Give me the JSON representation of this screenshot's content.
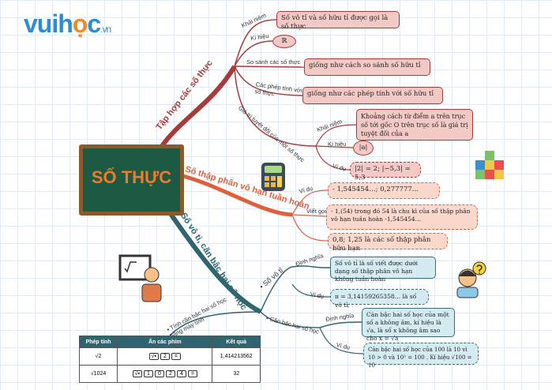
{
  "logo": {
    "main": "vuih",
    "accent": "ọ",
    "end": "c",
    "suffix": ".vn"
  },
  "center": {
    "title": "SỐ THỰC"
  },
  "colors": {
    "red": "#a83a3a",
    "orange": "#e0603e",
    "teal": "#2f6470",
    "board": "#1d5a43"
  },
  "branch1": {
    "label": "Tập hợp các số thực",
    "concept_label": "Khái niệm",
    "concept": "Số vô tỉ và số hữu tỉ được gọi là số thực",
    "symbol_label": "Kí hiệu",
    "symbol": "ℝ",
    "compare_label": "So sánh các số thực",
    "compare": "giống như cách so sánh số hữu tỉ",
    "ops_label": "Các phép tính với số thực",
    "ops": "giống như các phép tính với số hữu tỉ",
    "abs_label": "Giá trị tuyệt đối của một số thực",
    "abs_concept_label": "Khái niệm",
    "abs_concept": "Khoảng cách từ điểm a trên trục số tới gốc O trên trục số là giá trị tuyệt đối của a",
    "abs_symbol_label": "Kí hiệu",
    "abs_symbol": "|a|",
    "abs_example_label": "Ví dụ",
    "abs_example": "|2| = 2;  |−5,3| = 5,3"
  },
  "branch2": {
    "label": "Số thập phân vô hạn tuần hoàn",
    "example_label": "Ví dụ",
    "example": "- 1,545454…; 0,277777…",
    "short_label": "Viết gọn",
    "short": "- 1,(54) trong đó 54 là chu kì của số thập phân vô hạn tuần hoàn -1,545454…",
    "finite": "0,8;  1,25 là các số thập phân hữu hạn"
  },
  "branch3": {
    "label": "Số vô tỉ, căn bậc hai số học",
    "irr_label": "• Số vô tỉ",
    "irr_def_label": "Định nghĩa",
    "irr_def": "Số vô tỉ là số viết được dưới dạng số thập phân vô hạn không tuần hoàn",
    "irr_ex_label": "Ví dụ",
    "irr_ex": "π = 3,14159265358… là số vô tỉ.",
    "sqrt_label": "• Căn bậc hai số học",
    "sqrt_def_label": "Định nghĩa",
    "sqrt_def": "Căn bậc hai số học của một số a không âm, kí hiệu là √a, là số x không âm sao cho x = √a",
    "sqrt_ex_label": "Ví dụ",
    "sqrt_ex": "Căn bậc hai số học của 100 là 10 vì 10 > 0 và 10² = 100 . Kí hiệu √100 = 10",
    "calc_label": "• Tính căn bậc hai số học bằng máy tính"
  },
  "table": {
    "headers": [
      "Phép tính",
      "Ấn các phím",
      "Kết quả"
    ],
    "rows": [
      {
        "op": "√2",
        "keys": [
          "√▪",
          "2",
          "="
        ],
        "result": "1,414213562"
      },
      {
        "op": "√1024",
        "keys": [
          "√▪",
          "1",
          "0",
          "2",
          "4",
          "="
        ],
        "result": "32"
      }
    ]
  }
}
